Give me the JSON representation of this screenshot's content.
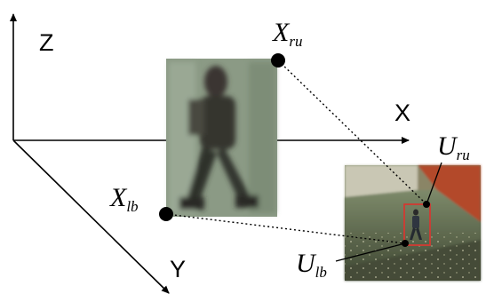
{
  "axes": {
    "z_label": "Z",
    "x_label": "X",
    "y_label": "Y"
  },
  "points": {
    "x_ru": {
      "main": "X",
      "sub": "ru"
    },
    "x_lb": {
      "main": "X",
      "sub": "lb"
    },
    "u_ru": {
      "main": "U",
      "sub": "ru"
    },
    "u_lb": {
      "main": "U",
      "sub": "lb"
    }
  },
  "colors": {
    "axis": "#000000",
    "bounding_box": "#d23a32",
    "point": "#000000"
  }
}
